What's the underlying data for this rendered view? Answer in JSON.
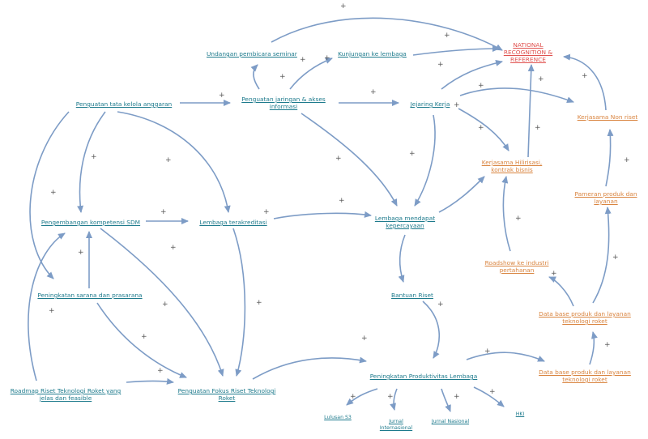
{
  "nodes": {
    "national": [
      "NATIONAL",
      "RECOGNITION &",
      "REFERENCE"
    ],
    "undangan": "Undangan pembicara seminar",
    "kunjungan": "Kunjungan ke lembaga",
    "tata_kelola": "Penguatan tata kelola anggaran",
    "jaringan": [
      "Penguatan jaringan & akses",
      "informasi"
    ],
    "jejaring": "Jejaring Kerja",
    "kerjasama_non": "Kerjasama Non riset",
    "hilirisasi": [
      "Kerjasama Hilirisasi,",
      "kontrak bisnis"
    ],
    "pameran": [
      "Pameran produk dan",
      "layanan"
    ],
    "sdm": "Pengembangan kompetensi SDM",
    "akreditasi": "Lembaga terakreditasi",
    "kepercayaan": [
      "Lembaga mendapat",
      "kepercayaan"
    ],
    "roadshow": [
      "Roadshow ke industri",
      "pertahanan"
    ],
    "sarana": "Peningkatan sarana dan prasarana",
    "bantuan": "Bantuan Riset",
    "database1": [
      "Data base produk dan layanan",
      "teknologi roket"
    ],
    "database2": [
      "Data base produk dan layanan",
      "teknologi roket"
    ],
    "roadmap": [
      "Roadmap Riset Teknologi Roket yang",
      "jelas dan feasible"
    ],
    "fokus": [
      "Penguatan Fokus Riset Teknologi",
      "Roket"
    ],
    "produktivitas": "Peningkatan Produktivitas Lembaga",
    "lulusan": "Lulusan S3",
    "jurnal_int": [
      "Jurnal",
      "Internasional"
    ],
    "jurnal_nas": "Jurnal Nasional",
    "hki": "HKI"
  },
  "polarity_sign": "+",
  "colors": {
    "edge": "#7d9cc6",
    "teal": "#1d7a8c",
    "orange": "#d9843f",
    "red": "#e0524f"
  }
}
